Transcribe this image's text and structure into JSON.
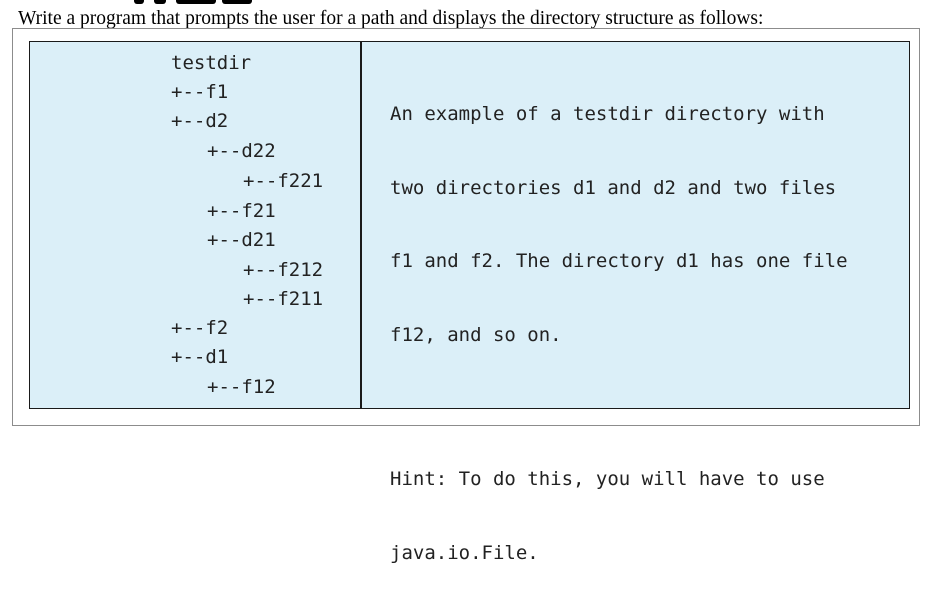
{
  "prompt": "Write a program that prompts the user for a path and displays the directory structure as follows:",
  "tree": [
    "testdir",
    "+--f1",
    "+--d2",
    "+--d22",
    "+--f221",
    "+--f21",
    "+--d21",
    "+--f212",
    "+--f211",
    "+--f2",
    "+--d1",
    "+--f12"
  ],
  "description": {
    "lines": [
      "An example of a testdir directory with",
      "two directories d1 and d2 and two files",
      "f1 and f2. The directory d1 has one file",
      "f12, and so on."
    ],
    "hint_lines": [
      "Hint: To do this, you will have to use",
      "java.io.File."
    ]
  }
}
